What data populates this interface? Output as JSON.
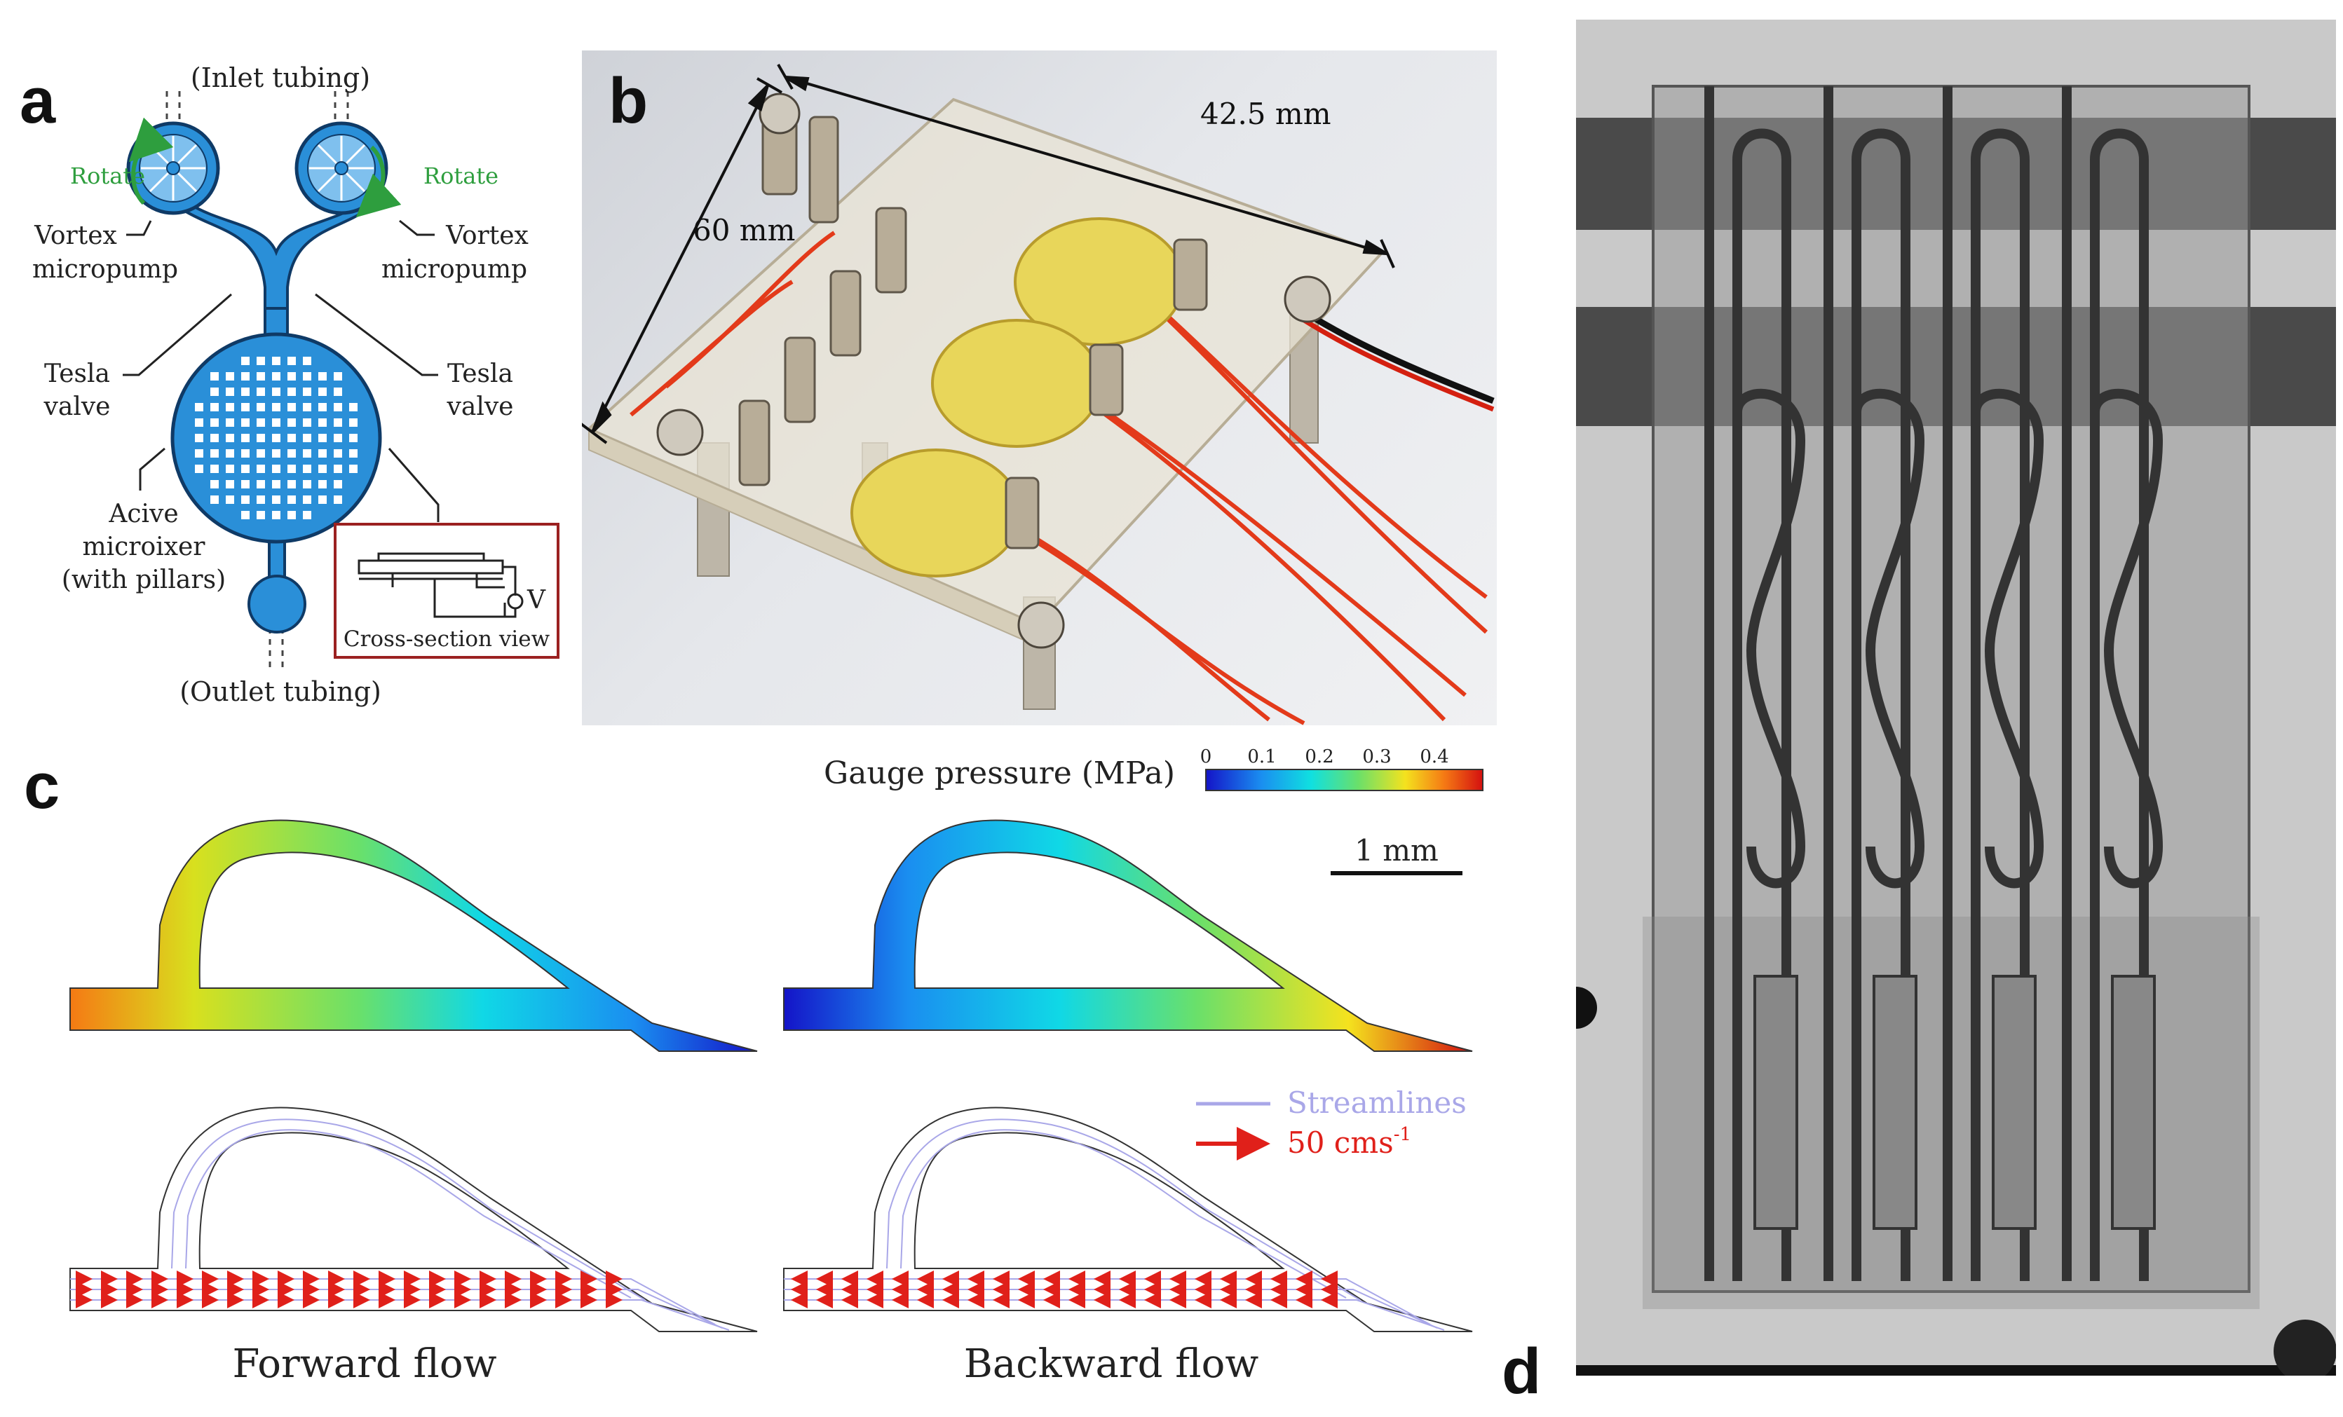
{
  "panel_a": {
    "letter": "a",
    "inlet": "(Inlet tubing)",
    "rotate_left": "Rotate",
    "rotate_right": "Rotate",
    "pump_left": [
      "Vortex",
      "micropump"
    ],
    "pump_right": [
      "Vortex",
      "micropump"
    ],
    "tesla_left": [
      "Tesla",
      "valve"
    ],
    "tesla_right": [
      "Tesla",
      "valve"
    ],
    "mixer": [
      "Acive",
      "microixer",
      "(with pillars)"
    ],
    "cross_section": "Cross-section view",
    "voltage": "V",
    "outlet": "(Outlet tubing)"
  },
  "panel_b": {
    "letter": "b",
    "dim_width": "42.5 mm",
    "dim_length": "60 mm"
  },
  "panel_c": {
    "letter": "c",
    "colorbar_title": "Gauge pressure (MPa)",
    "colorbar_ticks": [
      "0",
      "0.1",
      "0.2",
      "0.3",
      "0.4"
    ],
    "scale_bar": "1 mm",
    "legend_streamlines": "Streamlines",
    "legend_velocity": "50 cms",
    "legend_velocity_sup": "-1",
    "forward": "Forward flow",
    "backward": "Backward flow"
  },
  "panel_d": {
    "letter": "d"
  },
  "colors": {
    "channel_blue": "#2a8fd8",
    "rotate_green": "#2e9e3e",
    "box_red": "#9b2121",
    "streamline": "#a9a7e8",
    "arrow_red": "#e0201a"
  }
}
